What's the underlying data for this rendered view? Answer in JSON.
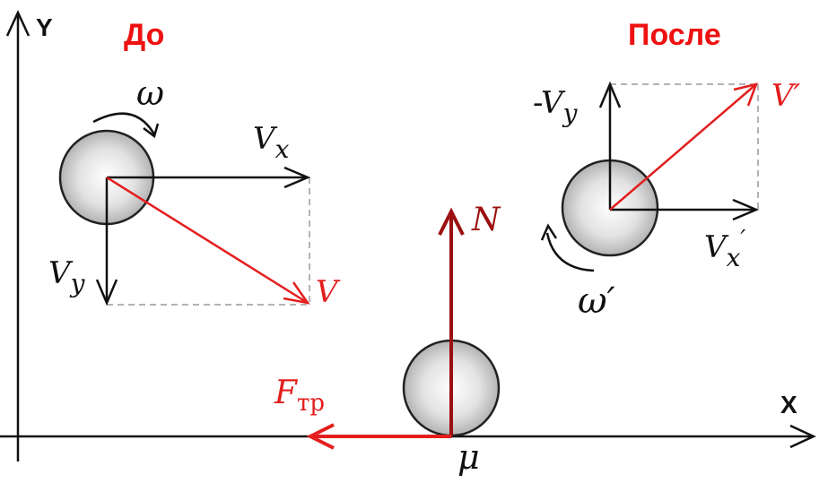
{
  "axes": {
    "x_label": "X",
    "y_label": "Y"
  },
  "titles": {
    "before": "До",
    "after": "После"
  },
  "before": {
    "omega": "ω",
    "vx_main": "V",
    "vx_sub": "x",
    "vy_main": "V",
    "vy_sub": "y",
    "v": "V"
  },
  "after": {
    "omega": "ω′",
    "vx_main": "V",
    "vx_sub": "x",
    "vx_prime": "′",
    "vy_main": "-V",
    "vy_sub": "y",
    "v": "V′"
  },
  "contact": {
    "n": "N",
    "f_main": "F",
    "f_sub": "тр",
    "mu": "μ"
  },
  "colors": {
    "black": "#111111",
    "red": "#e41e1e",
    "dark_red": "#9b1010",
    "title_red": "#ee1111",
    "dash": "#9a9a9a",
    "ball_edge": "#222222"
  }
}
